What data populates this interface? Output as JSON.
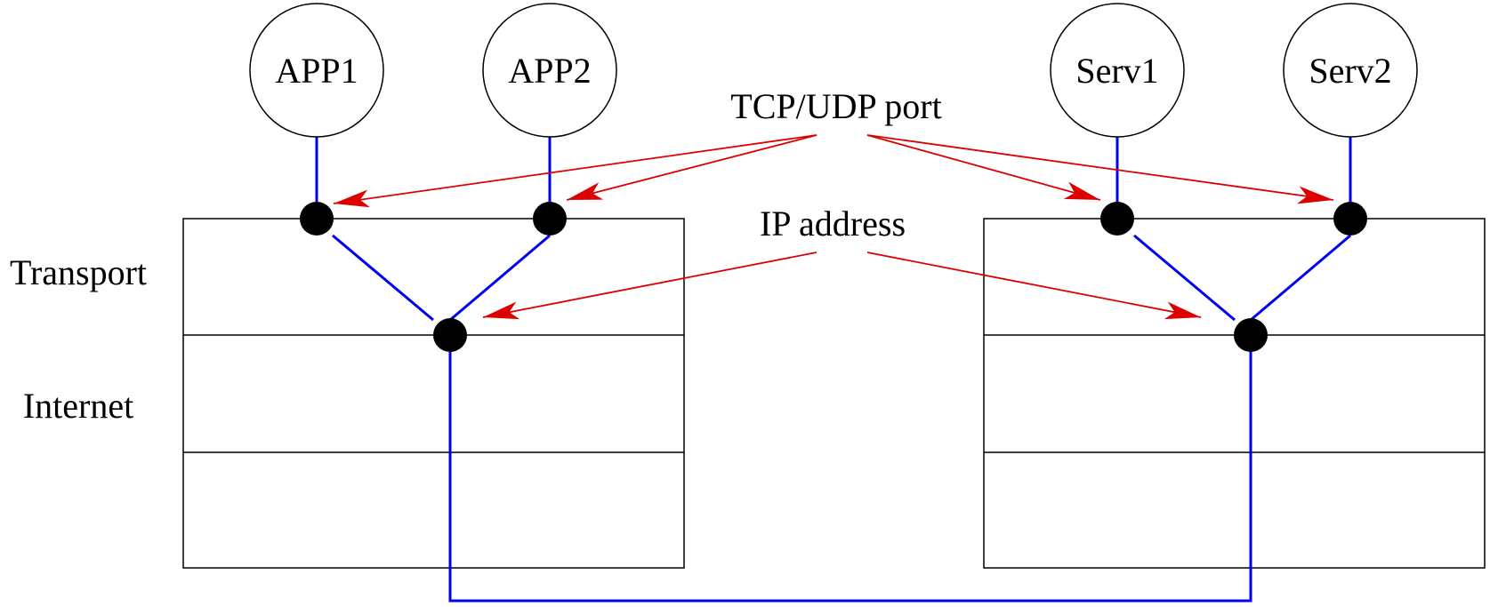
{
  "layers": {
    "transport": "Transport",
    "internet": "Internet"
  },
  "nodes": {
    "app1": "APP1",
    "app2": "APP2",
    "serv1": "Serv1",
    "serv2": "Serv2"
  },
  "annotations": {
    "port": "TCP/UDP port",
    "ip": "IP address"
  },
  "colors": {
    "link": "#0000ee",
    "arrow": "#dd0000",
    "stroke": "#000000"
  }
}
